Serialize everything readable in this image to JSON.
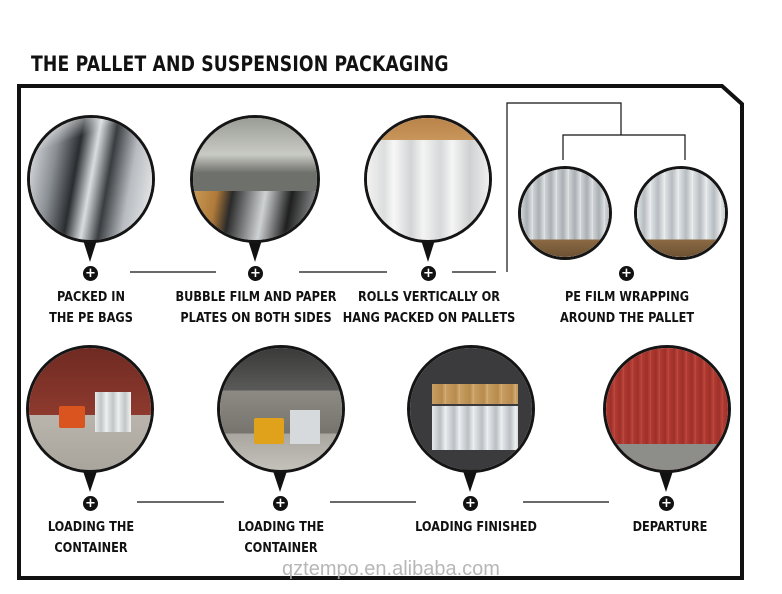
{
  "title": "THE PALLET AND SUSPENSION PACKAGING",
  "steps": [
    {
      "line1": "PACKED IN",
      "line2": "THE PE BAGS",
      "image": "pe-bag-rolls"
    },
    {
      "line1": "BUBBLE FILM AND PAPER",
      "line2": "PLATES ON BOTH SIDES",
      "image": "bubble-film-rolls"
    },
    {
      "line1": "ROLLS VERTICALLY OR",
      "line2": "HANG PACKED ON PALLETS",
      "image": "vertical-rolls"
    },
    {
      "line1": "PE FILM WRAPPING",
      "line2": "AROUND THE PALLET",
      "image": "wrapped-pallets"
    },
    {
      "line1": "LOADING THE",
      "line2": "CONTAINER",
      "image": "forklift-loading"
    },
    {
      "line1": "LOADING THE",
      "line2": "CONTAINER",
      "image": "forklift-warehouse"
    },
    {
      "line1": "LOADING FINISHED",
      "line2": "",
      "image": "loaded-container"
    },
    {
      "line1": "DEPARTURE",
      "line2": "",
      "image": "red-container"
    }
  ],
  "plus_symbol": "+",
  "watermark": "qztempo.en.alibaba.com",
  "colors": {
    "frame": "#111111",
    "container_red": "#b23a32",
    "film": "#cfd6dc"
  }
}
